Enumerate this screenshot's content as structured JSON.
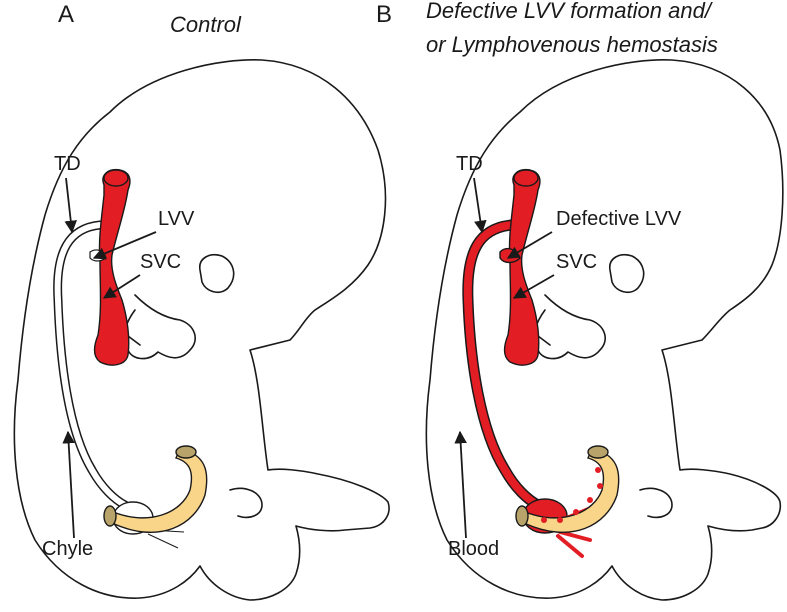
{
  "panel_a": {
    "letter": "A",
    "title": "Control",
    "labels": {
      "td": "TD",
      "lvv": "LVV",
      "svc": "SVC",
      "fluid": "Chyle"
    }
  },
  "panel_b": {
    "letter": "B",
    "title_line1": "Defective LVV formation and/",
    "title_line2": "or Lymphovenous hemostasis",
    "labels": {
      "td": "TD",
      "lvv": "Defective LVV",
      "svc": "SVC",
      "fluid": "Blood"
    }
  },
  "colors": {
    "vessel_red": "#e31d24",
    "gut_yellow": "#f9d58a",
    "outline": "#1a1a1a"
  }
}
